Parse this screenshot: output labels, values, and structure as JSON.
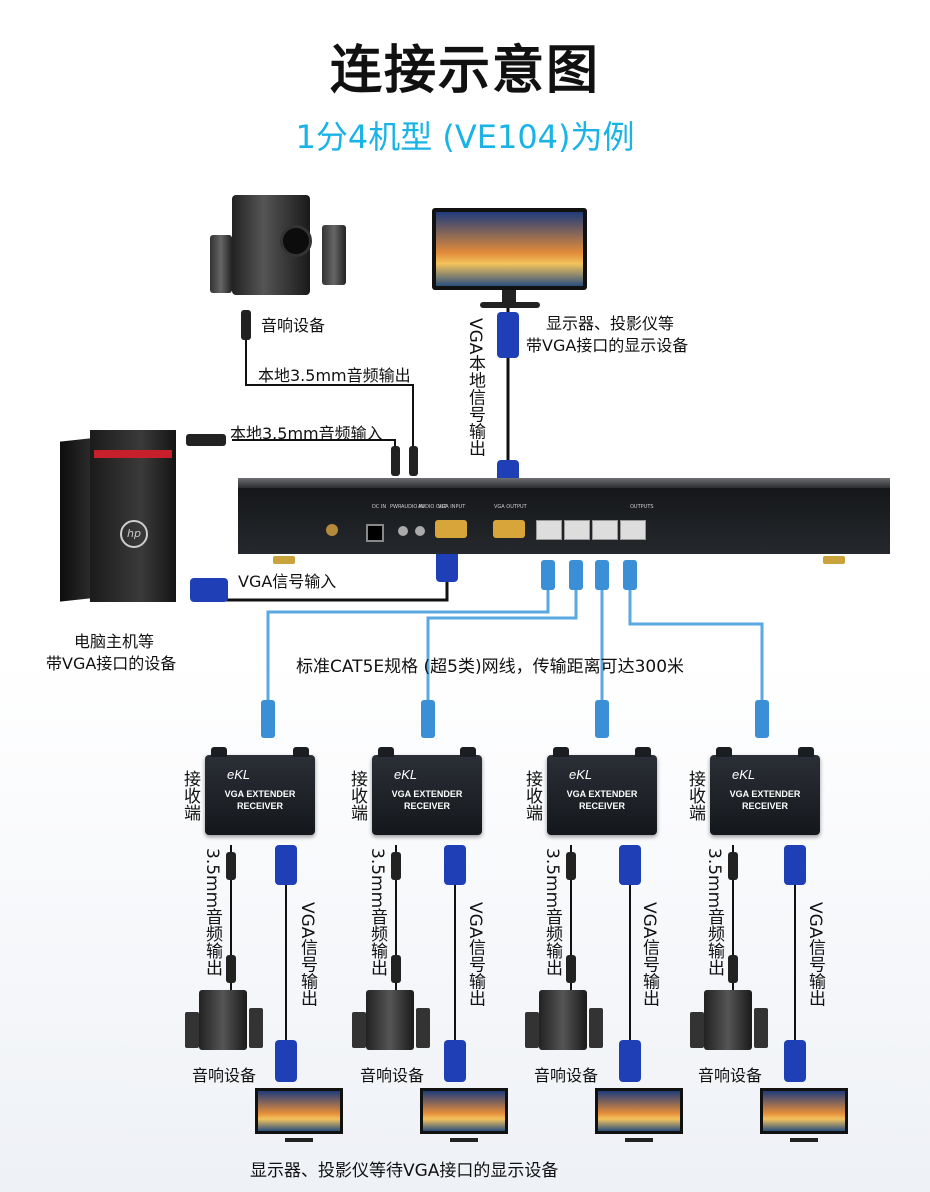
{
  "header": {
    "title": "连接示意图",
    "subtitle": "1分4机型 (VE104)为例"
  },
  "labels": {
    "speaker_top": "音响设备",
    "audio_out": "本地3.5mm音频输出",
    "audio_in": "本地3.5mm音频输入",
    "monitor_top_line1": "显示器、投影仪等",
    "monitor_top_line2": "带VGA接口的显示设备",
    "vga_local_out": "VGA本地信号输出",
    "vga_in": "VGA信号输入",
    "pc_line1": "电脑主机等",
    "pc_line2": "带VGA接口的设备",
    "cable_note": "标准CAT5E规格 (超5类)网线，传输距离可达300米",
    "receiver_side": "接收端",
    "rx_audio_out": "3.5mm音频输出",
    "rx_vga_out": "VGA信号输出",
    "rx_speaker": "音响设备",
    "bottom_note": "显示器、投影仪等待VGA接口的显示设备"
  },
  "device": {
    "port_labels": [
      "DC IN",
      "PWR",
      "AUDIO IN",
      "AUDIO OUT",
      "VGA INPUT",
      "VGA OUTPUT",
      "OUTPUTS"
    ]
  },
  "receiver": {
    "brand": "eKL",
    "line1": "VGA EXTENDER",
    "line2": "RECEIVER"
  },
  "colors": {
    "accent": "#19b3e6",
    "network_cable": "#5aa8e0",
    "vga_connector": "#1e3fb5"
  }
}
